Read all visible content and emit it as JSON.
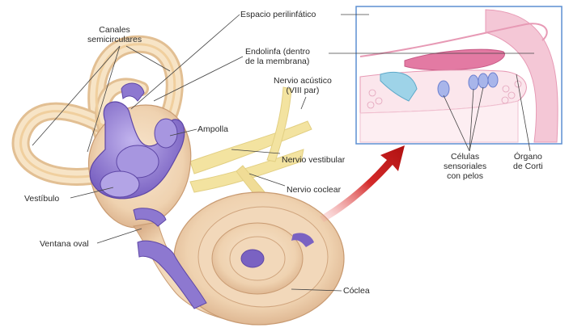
{
  "colors": {
    "bone": "#f1d7b8",
    "bone_dark": "#d8b08a",
    "canal": "#f6e2c4",
    "membrane": "#9a86d6",
    "membrane_dark": "#6e55b5",
    "nerve": "#f4e6a2",
    "arrow": "#d41f1f",
    "inset_border": "#5d8fd2",
    "inset_bg": "#fbe9ee",
    "pink": "#e79ab5",
    "leader": "#444444"
  },
  "labels": {
    "canales": [
      "Canales",
      "semicirculares"
    ],
    "espacio": "Espacio perilinfático",
    "endolinfa": [
      "Endolinfa (dentro",
      "de la membrana)"
    ],
    "nervio_acustico": [
      "Nervio acústico",
      "(VIII par)"
    ],
    "ampolla": "Ampolla",
    "nervio_vestibular": "Nervio vestibular",
    "nervio_coclear": "Nervio coclear",
    "vestibulo": "Vestíbulo",
    "ventana_oval": "Ventana oval",
    "coclea": "Cóclea",
    "celulas": [
      "Células",
      "sensoriales",
      "con pelos"
    ],
    "organo": [
      "Órgano",
      "de Corti"
    ]
  }
}
